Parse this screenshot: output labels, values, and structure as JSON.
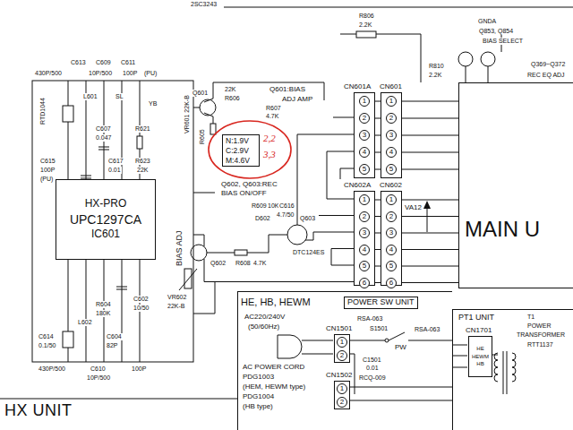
{
  "diagram": {
    "nodes": [
      {
        "text": [
          "HX UNIT"
        ]
      },
      {
        "text": [
          "HX-PRO",
          "UPC1297CA",
          "IC601"
        ],
        "in": 0
      },
      {
        "text": [
          "N:1.9V",
          "C:2.9V",
          "M:4.6V"
        ],
        "in": 0
      },
      {
        "text": [
          "CN601A",
          "1",
          "2",
          "3",
          "4",
          "5"
        ]
      },
      {
        "text": [
          "CN601",
          "1",
          "2",
          "3",
          "4",
          "5"
        ]
      },
      {
        "text": [
          "CN602A",
          "1",
          "2",
          "3",
          "4",
          "5",
          "6"
        ]
      },
      {
        "text": [
          "CN602",
          "1",
          "2",
          "3",
          "4",
          "5",
          "6"
        ]
      },
      {
        "text": [
          "MAIN U"
        ]
      },
      {
        "text": [
          "POWER SW UNIT"
        ]
      },
      {
        "text": [
          "CN1501",
          "1",
          "2"
        ],
        "in": 8
      },
      {
        "text": [
          "CN1502",
          "1",
          "2"
        ],
        "in": 8
      },
      {
        "text": [
          "PT1 UNIT"
        ]
      },
      {
        "text": [
          "CN1701",
          "HE",
          "HEWM",
          "HB"
        ],
        "in": 11
      }
    ],
    "edges": [
      {
        "from": 3,
        "to": 4,
        "arrow": "none"
      },
      {
        "from": 3,
        "to": 4,
        "arrow": "none"
      },
      {
        "from": 3,
        "to": 4,
        "arrow": "none"
      },
      {
        "from": 3,
        "to": 4,
        "arrow": "none"
      },
      {
        "from": 3,
        "to": 4,
        "arrow": "none"
      },
      {
        "from": 5,
        "to": 6,
        "arrow": "none"
      },
      {
        "from": 5,
        "to": 6,
        "arrow": "none"
      },
      {
        "from": 5,
        "to": 6,
        "arrow": "none"
      },
      {
        "from": 5,
        "to": 6,
        "arrow": "none"
      },
      {
        "from": 5,
        "to": 6,
        "arrow": "none"
      },
      {
        "from": 5,
        "to": 6,
        "arrow": "none"
      },
      {
        "from": 4,
        "to": 7,
        "arrow": "none"
      },
      {
        "from": 4,
        "to": 7,
        "arrow": "none"
      },
      {
        "from": 4,
        "to": 7,
        "arrow": "none"
      },
      {
        "from": 4,
        "to": 7,
        "arrow": "none"
      },
      {
        "from": 4,
        "to": 7,
        "arrow": "none"
      },
      {
        "from": 6,
        "to": 7,
        "arrow": "none"
      },
      {
        "from": 6,
        "to": 7,
        "arrow": "none"
      },
      {
        "from": 6,
        "to": 7,
        "arrow": "none"
      },
      {
        "from": 6,
        "to": 7,
        "arrow": "none"
      },
      {
        "from": 6,
        "to": 7,
        "arrow": "none"
      },
      {
        "from": 6,
        "to": 7,
        "arrow": "none"
      }
    ],
    "labels": [
      "2SC3243",
      "R806",
      "2.2K",
      "GNDA",
      "Q853, Q854",
      "BIAS SELECT",
      "R810",
      "2.2K",
      "Q369~Q372",
      "REC EQ ADJ",
      "C613",
      "430P/500",
      "C609",
      "10P/500",
      "C611",
      "100P",
      "(PU)",
      "L601",
      "RTD1044",
      "SL",
      "YB",
      "C607",
      "0.047",
      "R621",
      "C615",
      "100P",
      "(PU)",
      "C617",
      "0.01",
      "R623",
      "22K",
      "VR601 22K-B",
      "BIAS ADJ",
      "Q601",
      "22K",
      "R606",
      "Q601:BIAS",
      "ADJ AMP",
      "R607",
      "4.7K",
      "R605",
      "Q602, Q603:REC",
      "BIAS ON/OFF",
      "Q603",
      "DTC124ES",
      "R609",
      "10K",
      "C616",
      "4.7/50",
      "D602",
      "R608",
      "4.7K",
      "Q602",
      "VR602",
      "22K-B",
      "L602",
      "R604",
      "180K",
      "C614",
      "0.1/50",
      "C604",
      "82P",
      "C602",
      "10/50",
      "430P/500",
      "C610",
      "10P/500",
      "100P",
      "VA12",
      "HE, HB, HEWM",
      "AC220/240V",
      "(50/60Hz)",
      "AC POWER CORD",
      "PDG1003",
      "(HEM, HEWM type)",
      "PDG1004",
      "(HB type)",
      "RSA-063",
      "S1501",
      "PW",
      "RSA-063",
      "C1501",
      "0.01",
      "RCQ-009",
      "T1",
      "POWER",
      "TRANSFORMER",
      "RTT1137",
      "2,2",
      "3,3"
    ]
  }
}
